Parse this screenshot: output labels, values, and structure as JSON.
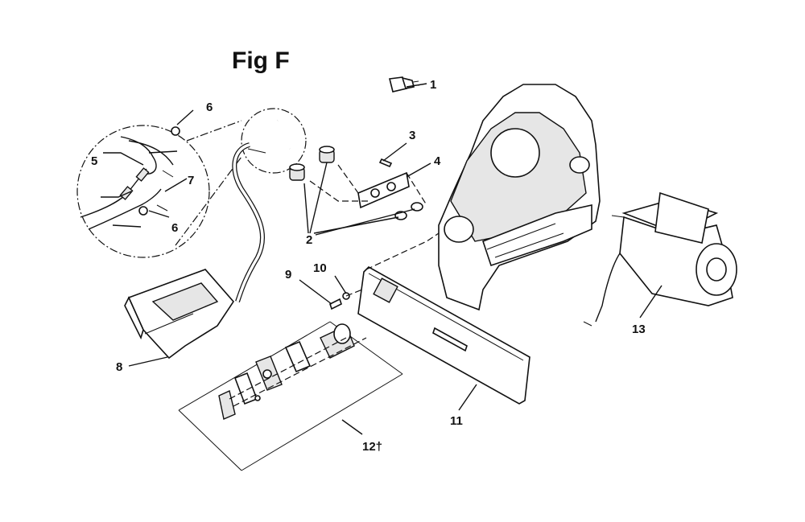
{
  "figure": {
    "title": "Fig F",
    "callouts": [
      {
        "id": "c1",
        "text": "1"
      },
      {
        "id": "c2",
        "text": "2"
      },
      {
        "id": "c3",
        "text": "3"
      },
      {
        "id": "c4",
        "text": "4"
      },
      {
        "id": "c5",
        "text": "5"
      },
      {
        "id": "c6a",
        "text": "6"
      },
      {
        "id": "c6b",
        "text": "6"
      },
      {
        "id": "c7",
        "text": "7"
      },
      {
        "id": "c8",
        "text": "8"
      },
      {
        "id": "c9",
        "text": "9"
      },
      {
        "id": "c10",
        "text": "10"
      },
      {
        "id": "c11",
        "text": "11"
      },
      {
        "id": "c12",
        "text": "12†"
      },
      {
        "id": "c13",
        "text": "13"
      }
    ]
  }
}
